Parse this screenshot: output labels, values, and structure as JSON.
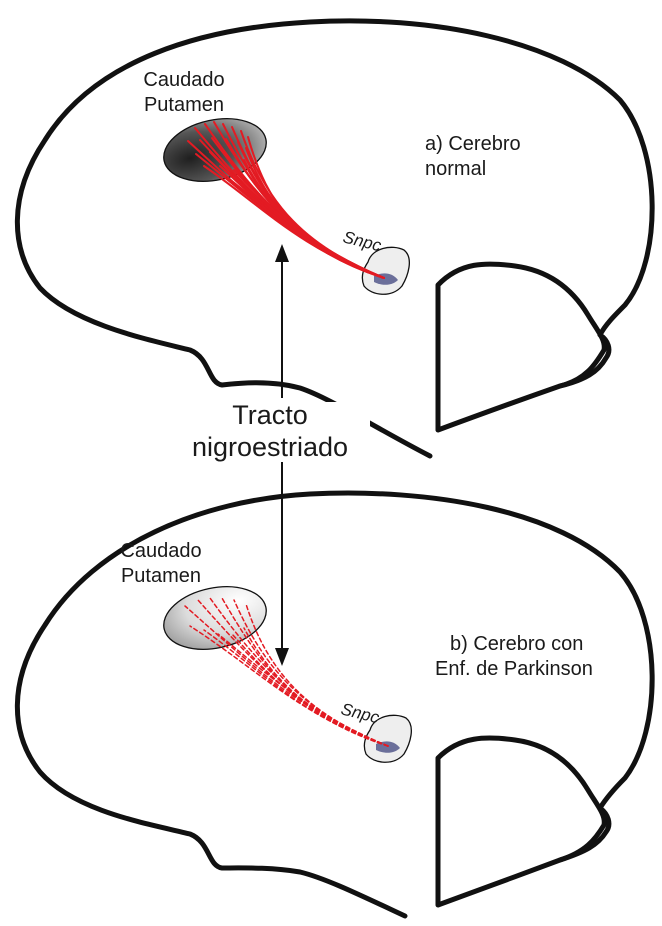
{
  "panel_a": {
    "structure_label_line1": "Caudado",
    "structure_label_line2": "Putamen",
    "title_line1": "a) Cerebro",
    "title_line2": "normal",
    "nucleus_label": "Snpc"
  },
  "panel_b": {
    "structure_label_line1": "Caudado",
    "structure_label_line2": "Putamen",
    "title_line1": "b) Cerebro con",
    "title_line2": "Enf. de Parkinson",
    "nucleus_label": "Snpc"
  },
  "tract": {
    "label_line1": "Tracto",
    "label_line2": "nigroestriado"
  },
  "colors": {
    "outline": "#111111",
    "fibers": "#e31b23",
    "striatum_dark": "#2e2e2e",
    "striatum_light": "#f2f2f2",
    "nucleus_fill": "#eeeeee",
    "nucleus_core": "#6b6f9a"
  }
}
